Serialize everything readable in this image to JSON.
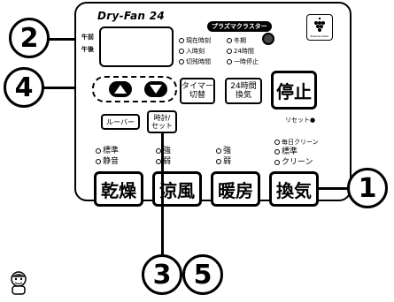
{
  "brand": "Dry-Fan 24",
  "plasma_badge": "プラズマクラスター",
  "logo": {
    "icon": "plasmacluster-logo",
    "text": "Plasmacluster"
  },
  "display": {
    "am": "午前",
    "pm": "午後"
  },
  "time_options": [
    {
      "label": "現在時刻"
    },
    {
      "label": "入時刻"
    },
    {
      "label": "切残時間"
    }
  ],
  "mode_options": [
    {
      "label": "冬期"
    },
    {
      "label": "24時間"
    },
    {
      "label": "一時停止"
    }
  ],
  "buttons": {
    "timer_switch": "タイマー\n切替",
    "h24_ventilation": "24時間\n換気",
    "stop": "停止",
    "reset_label": "リセット●",
    "louver": "ルーバー",
    "clock_set": "時計/\nセット",
    "dry": "乾燥",
    "cool_breeze": "涼風",
    "heating": "暖房",
    "ventilation": "換気"
  },
  "indicators": {
    "dry": [
      "標準",
      "静音"
    ],
    "cool": [
      "強",
      "弱"
    ],
    "heat": [
      "強",
      "弱"
    ],
    "vent": [
      "毎日クリーン",
      "標準",
      "クリーン"
    ]
  },
  "callouts": [
    "②",
    "④",
    "①",
    "③",
    "⑤"
  ],
  "callout_numbers": [
    "2",
    "4",
    "1",
    "3",
    "5"
  ]
}
